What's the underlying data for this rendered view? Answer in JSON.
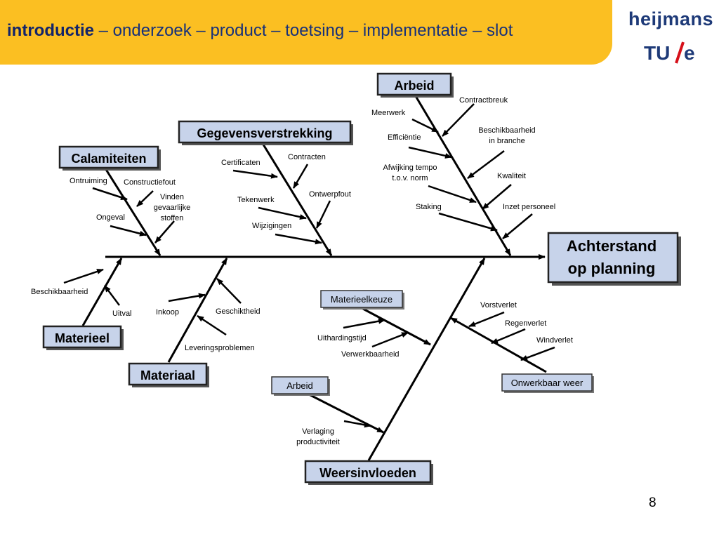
{
  "header": {
    "current_section": "introductie",
    "other_sections": " – onderzoek – product – toetsing – implementatie – slot",
    "brand_color": "#fbbf22",
    "text_color": "#12246a"
  },
  "logos": {
    "heijmans": "heijmans",
    "tue": "TU/e"
  },
  "diagram": {
    "effect": [
      "Achterstand",
      "op planning"
    ],
    "categories": {
      "arbeid_top": "Arbeid",
      "gegevensverstrekking": "Gegevensverstrekking",
      "calamiteiten": "Calamiteiten",
      "materieel": "Materieel",
      "materiaal": "Materiaal",
      "weersinvloeden": "Weersinvloeden"
    },
    "subcategories": {
      "materieelkeuze": "Materieelkeuze",
      "arbeid_sub": "Arbeid",
      "onwerkbaar_weer": "Onwerkbaar weer"
    },
    "causes": {
      "contractbreuk": "Contractbreuk",
      "meerwerk": "Meerwerk",
      "efficientie": "Efficiëntie",
      "beschikbaarheid_branche": [
        "Beschikbaarheid",
        "in branche"
      ],
      "afwijking_tempo": [
        "Afwijking tempo",
        "t.o.v. norm"
      ],
      "kwaliteit": "Kwaliteit",
      "staking": "Staking",
      "inzet_personeel": "Inzet personeel",
      "certificaten": "Certificaten",
      "contracten": "Contracten",
      "tekenwerk": "Tekenwerk",
      "ontwerpfout": "Ontwerpfout",
      "wijzigingen": "Wijzigingen",
      "ontruiming": "Ontruiming",
      "constructiefout": "Constructiefout",
      "gevaarlijke_stoffen": [
        "Vinden",
        "gevaarlijke",
        "stoffen"
      ],
      "ongeval": "Ongeval",
      "beschikbaarheid": "Beschikbaarheid",
      "uitval": "Uitval",
      "inkoop": "Inkoop",
      "geschiktheid": "Geschiktheid",
      "leveringsproblemen": "Leveringsproblemen",
      "uithardingstijd": "Uithardingstijd",
      "verwerkbaarheid": "Verwerkbaarheid",
      "verlaging_productiviteit": [
        "Verlaging",
        "productiviteit"
      ],
      "vorstverlet": "Vorstverlet",
      "regenverlet": "Regenverlet",
      "windverlet": "Windverlet"
    },
    "box_fill": "#c7d3ea"
  },
  "page_number": "8"
}
